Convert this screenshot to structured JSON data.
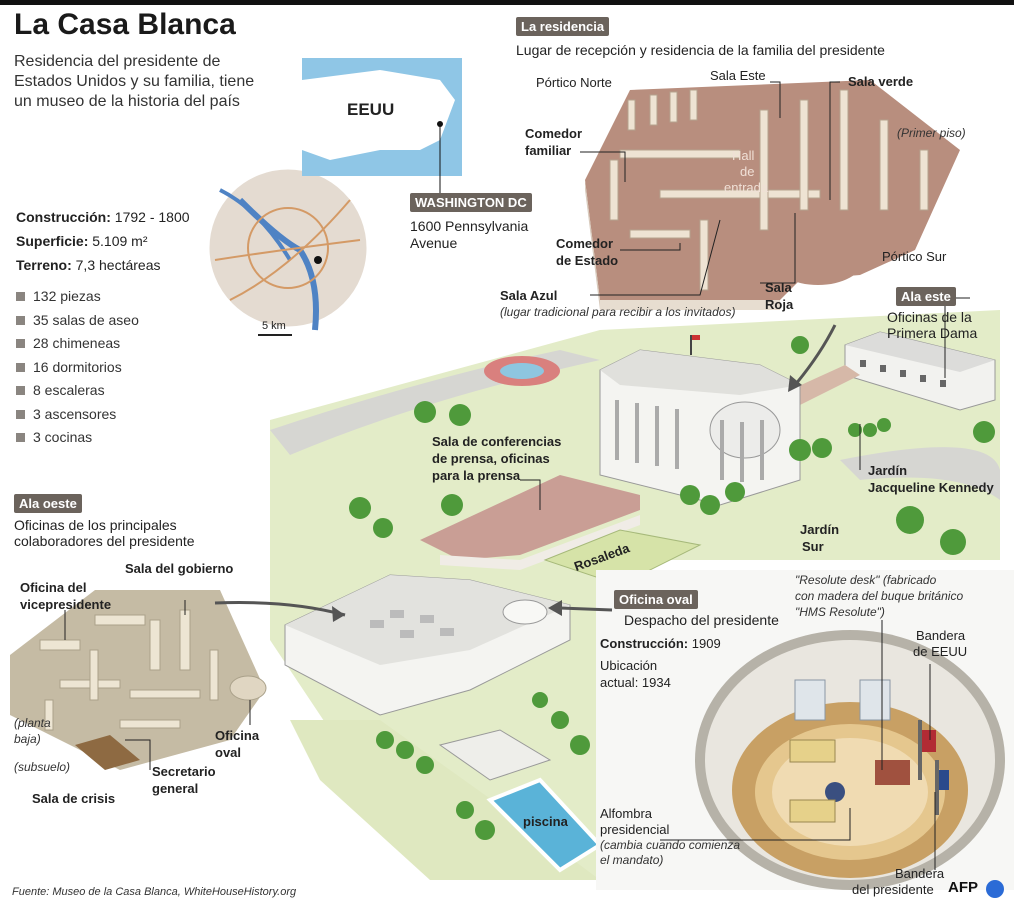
{
  "title": "La Casa Blanca",
  "intro": "Residencia del presidente de Estados Unidos y su familia, tiene un museo de la historia del país",
  "facts": {
    "construction_label": "Construcción:",
    "construction_value": "1792 - 1800",
    "surface_label": "Superficie:",
    "surface_value": "5.109 m²",
    "land_label": "Terreno:",
    "land_value": "7,3 hectáreas"
  },
  "stats": [
    "132 piezas",
    "35 salas de aseo",
    "28 chimeneas",
    "16 dormitorios",
    "8 escaleras",
    "3 ascensores",
    "3 cocinas"
  ],
  "map": {
    "country": "EEUU",
    "city": "WASHINGTON DC",
    "address_line1": "1600 Pennsylvania",
    "address_line2": "Avenue",
    "scale": "5 km"
  },
  "residence": {
    "tag": "La residencia",
    "subtitle": "Lugar de recepción y residencia de la familia del presidente",
    "portico_norte": "Pórtico Norte",
    "sala_este": "Sala Este",
    "sala_verde": "Sala verde",
    "comedor_familiar_1": "Comedor",
    "comedor_familiar_2": "familiar",
    "primer_piso": "(Primer piso)",
    "hall_1": "Hall",
    "hall_2": "de",
    "hall_3": "entrada",
    "comedor_estado_1": "Comedor",
    "comedor_estado_2": "de Estado",
    "portico_sur": "Pórtico Sur",
    "sala_azul": "Sala Azul",
    "sala_azul_note": "(lugar tradicional para recibir a los invitados)",
    "sala_roja_1": "Sala",
    "sala_roja_2": "Roja"
  },
  "east_wing": {
    "tag": "Ala este",
    "desc_1": "Oficinas de la",
    "desc_2": "Primera Dama",
    "garden_1": "Jardín",
    "garden_2": "Jacqueline Kennedy",
    "south_1": "Jardín",
    "south_2": "Sur"
  },
  "press": {
    "line1": "Sala de conferencias",
    "line2": "de prensa, oficinas",
    "line3": "para la prensa"
  },
  "rosaleda": "Rosaleda",
  "piscina": "piscina",
  "west_wing": {
    "tag": "Ala oeste",
    "desc_1": "Oficinas de los principales",
    "desc_2": "colaboradores del presidente",
    "sala_gobierno": "Sala del gobierno",
    "vice_1": "Oficina del",
    "vice_2": "vicepresidente",
    "planta_1": "(planta",
    "planta_2": "baja)",
    "subsuelo": "(subsuelo)",
    "oficina_oval_1": "Oficina",
    "oficina_oval_2": "oval",
    "secretario_1": "Secretario",
    "secretario_2": "general",
    "crisis": "Sala de crisis"
  },
  "oval": {
    "tag": "Oficina oval",
    "subtitle": "Despacho del presidente",
    "construction_label": "Construcción:",
    "construction_value": "1909",
    "location_1": "Ubicación",
    "location_2": "actual: 1934",
    "resolute_1": "\"Resolute desk\" (fabricado",
    "resolute_2": "con madera del buque británico",
    "resolute_3": "\"HMS Resolute\")",
    "flag_us_1": "Bandera",
    "flag_us_2": "de EEUU",
    "rug_1": "Alfombra",
    "rug_2": "presidencial",
    "rug_3": "(cambia cuando comienza",
    "rug_4": "el mandato)",
    "flag_pres_1": "Bandera",
    "flag_pres_2": "del presidente"
  },
  "source": "Fuente: Museo de la Casa Blanca, WhiteHouseHistory.org",
  "logo": "AFP"
}
